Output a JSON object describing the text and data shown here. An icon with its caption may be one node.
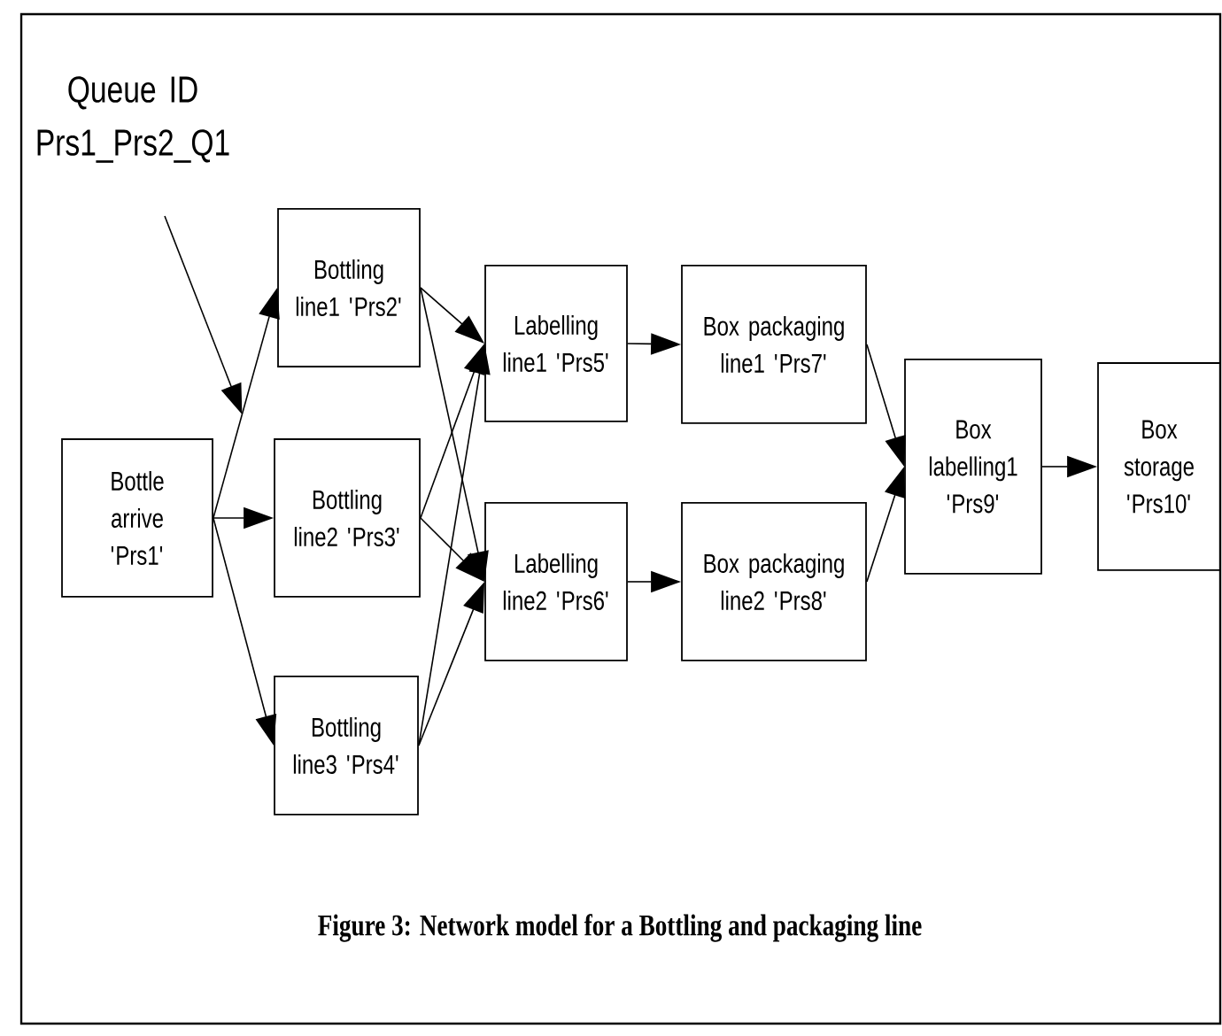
{
  "diagram": {
    "caption": "Figure 3: Network model for a Bottling and packaging line",
    "nodes": [
      {
        "text": [
          "Queue ID Prs1_Prs2_Q1"
        ]
      },
      {
        "text": [
          "Bottle arrive 'Prs1'"
        ]
      },
      {
        "text": [
          "Bottling line1 'Prs2'"
        ]
      },
      {
        "text": [
          "Bottling line2 'Prs3'"
        ]
      },
      {
        "text": [
          "Bottling line3 'Prs4'"
        ]
      },
      {
        "text": [
          "Labelling line1 'Prs5'"
        ]
      },
      {
        "text": [
          "Labelling line2 'Prs6'"
        ]
      },
      {
        "text": [
          "Box packaging line1 'Prs7'"
        ]
      },
      {
        "text": [
          "Box packaging line2 'Prs8'"
        ]
      },
      {
        "text": [
          "Box labelling1 'Prs9'"
        ]
      },
      {
        "text": [
          "Box storage 'Prs10'"
        ]
      }
    ],
    "edges": [
      {
        "from": 0,
        "to": null,
        "arrow": "to"
      },
      {
        "from": 1,
        "to": 2,
        "arrow": "to"
      },
      {
        "from": 1,
        "to": 3,
        "arrow": "to"
      },
      {
        "from": 1,
        "to": 4,
        "arrow": "to"
      },
      {
        "from": 2,
        "to": 5,
        "arrow": "to"
      },
      {
        "from": 2,
        "to": 6,
        "arrow": "to"
      },
      {
        "from": 3,
        "to": 5,
        "arrow": "to"
      },
      {
        "from": 3,
        "to": 6,
        "arrow": "to"
      },
      {
        "from": 4,
        "to": 5,
        "arrow": "to"
      },
      {
        "from": 4,
        "to": 6,
        "arrow": "to"
      },
      {
        "from": 5,
        "to": 7,
        "arrow": "to"
      },
      {
        "from": 6,
        "to": 8,
        "arrow": "to"
      },
      {
        "from": 7,
        "to": 9,
        "arrow": "to"
      },
      {
        "from": 8,
        "to": 9,
        "arrow": "to"
      },
      {
        "from": 9,
        "to": 10,
        "arrow": "to"
      }
    ]
  }
}
